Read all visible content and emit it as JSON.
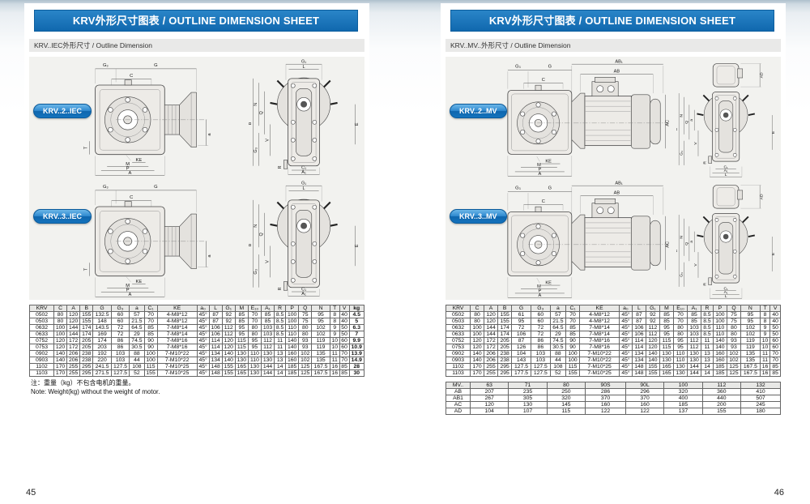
{
  "colors": {
    "banner_blue": "#1068ae",
    "pill_blue": "#1473bd",
    "table_header_bg": "#e8e8e6",
    "panel_bg": "#f2f2ef"
  },
  "left_page": {
    "banner": "KRV外形尺寸图表 / OUTLINE DIMENSION SHEET",
    "subtitle": "KRV..IEC外形尺寸 / Outline Dimension",
    "label_krv2": "KRV..2..IEC",
    "label_krv3": "KRV..3..IEC",
    "note_cn": "注：重量（kg）不包含电机的重量。",
    "note_en": "Note: Weight(kg) without the weight of motor.",
    "page_number": "45"
  },
  "right_page": {
    "banner": "KRV外形尺寸图表 / OUTLINE DIMENSION SHEET",
    "subtitle": "KRV..MV..外形尺寸 / Outline Dimension",
    "label_krv2": "KRV..2..MV",
    "label_krv3": "KRV..3..MV",
    "page_number": "46"
  },
  "dims": {
    "g3": "G₃",
    "g": "G",
    "c": "C",
    "a": "a",
    "t": "T",
    "ke": "KE",
    "m": "M",
    "p": "P",
    "A": "A",
    "g1": "G₁",
    "l": "L",
    "b": "B",
    "n": "N",
    "q": "Q",
    "v": "V",
    "e": "E",
    "r": "R",
    "c1": "C₁",
    "a1": "A₁",
    "ab1": "AB₁",
    "ab": "AB",
    "ac": "AC",
    "ad": "AD"
  },
  "left_table": {
    "headers": [
      "KRV",
      "C",
      "A",
      "B",
      "G",
      "G₃",
      "a",
      "C₁",
      "KE",
      "a₀",
      "L",
      "G₁",
      "M",
      "E₁₀",
      "A₁",
      "R",
      "P",
      "Q",
      "N",
      "T",
      "V",
      "kg"
    ],
    "rows": [
      [
        "0502",
        "80",
        "120",
        "155",
        "132.5",
        "60",
        "57",
        "70",
        "4-M8*12",
        "45°",
        "87",
        "92",
        "85",
        "70",
        "85",
        "8.5",
        "100",
        "75",
        "95",
        "8",
        "40",
        "4.5"
      ],
      [
        "0503",
        "80",
        "120",
        "155",
        "148",
        "60",
        "21.5",
        "70",
        "4-M8*12",
        "45°",
        "87",
        "92",
        "85",
        "70",
        "85",
        "8.5",
        "100",
        "75",
        "95",
        "8",
        "40",
        "5"
      ],
      [
        "0632",
        "100",
        "144",
        "174",
        "143.5",
        "72",
        "64.5",
        "85",
        "7-M8*14",
        "45°",
        "106",
        "112",
        "95",
        "80",
        "103",
        "8.5",
        "110",
        "80",
        "102",
        "9",
        "50",
        "6.3"
      ],
      [
        "0633",
        "100",
        "144",
        "174",
        "169",
        "72",
        "29",
        "85",
        "7-M8*14",
        "45°",
        "106",
        "112",
        "95",
        "80",
        "103",
        "8.5",
        "110",
        "80",
        "102",
        "9",
        "50",
        "7"
      ],
      [
        "0752",
        "120",
        "172",
        "205",
        "174",
        "86",
        "74.5",
        "90",
        "7-M8*16",
        "45°",
        "114",
        "120",
        "115",
        "95",
        "112",
        "11",
        "140",
        "93",
        "119",
        "10",
        "60",
        "9.9"
      ],
      [
        "0753",
        "120",
        "172",
        "205",
        "203",
        "86",
        "30.5",
        "90",
        "7-M8*16",
        "45°",
        "114",
        "120",
        "115",
        "95",
        "112",
        "11",
        "140",
        "93",
        "119",
        "10",
        "60",
        "10.9"
      ],
      [
        "0902",
        "140",
        "206",
        "238",
        "192",
        "103",
        "88",
        "100",
        "7-M10*22",
        "45°",
        "134",
        "140",
        "130",
        "110",
        "130",
        "13",
        "160",
        "102",
        "135",
        "11",
        "70",
        "13.9"
      ],
      [
        "0903",
        "140",
        "206",
        "238",
        "220",
        "103",
        "44",
        "100",
        "7-M10*22",
        "45°",
        "134",
        "140",
        "130",
        "110",
        "130",
        "13",
        "160",
        "102",
        "135",
        "11",
        "70",
        "14.9"
      ],
      [
        "1102",
        "170",
        "255",
        "295",
        "241.5",
        "127.5",
        "108",
        "115",
        "7-M10*25",
        "45°",
        "148",
        "155",
        "165",
        "130",
        "144",
        "14",
        "185",
        "125",
        "167.5",
        "16",
        "85",
        "28"
      ],
      [
        "1103",
        "170",
        "255",
        "295",
        "271.5",
        "127.5",
        "52",
        "155",
        "7-M10*25",
        "45°",
        "148",
        "155",
        "165",
        "130",
        "144",
        "14",
        "185",
        "125",
        "167.5",
        "16",
        "85",
        "30"
      ]
    ]
  },
  "right_table": {
    "headers": [
      "KRV",
      "C",
      "A",
      "B",
      "G",
      "G₃",
      "a",
      "C₁",
      "KE",
      "a₀",
      "L",
      "G₁",
      "M",
      "E₁₀",
      "A₁",
      "R",
      "P",
      "Q",
      "N",
      "T",
      "V"
    ],
    "rows": [
      [
        "0502",
        "80",
        "120",
        "155",
        "61",
        "60",
        "57",
        "70",
        "4-M8*12",
        "45°",
        "87",
        "92",
        "85",
        "70",
        "85",
        "8.5",
        "100",
        "75",
        "95",
        "8",
        "40"
      ],
      [
        "0503",
        "80",
        "120",
        "155",
        "95",
        "60",
        "21.5",
        "70",
        "4-M8*12",
        "45°",
        "87",
        "92",
        "85",
        "70",
        "85",
        "8.5",
        "100",
        "75",
        "95",
        "8",
        "40"
      ],
      [
        "0632",
        "100",
        "144",
        "174",
        "72",
        "72",
        "64.5",
        "85",
        "7-M8*14",
        "45°",
        "106",
        "112",
        "95",
        "80",
        "103",
        "8.5",
        "110",
        "80",
        "102",
        "9",
        "50"
      ],
      [
        "0633",
        "100",
        "144",
        "174",
        "106",
        "72",
        "29",
        "85",
        "7-M8*14",
        "45°",
        "106",
        "112",
        "95",
        "80",
        "103",
        "8.5",
        "110",
        "80",
        "102",
        "9",
        "50"
      ],
      [
        "0752",
        "120",
        "172",
        "205",
        "87",
        "86",
        "74.5",
        "90",
        "7-M8*16",
        "45°",
        "114",
        "120",
        "115",
        "95",
        "112",
        "11",
        "140",
        "93",
        "119",
        "10",
        "60"
      ],
      [
        "0753",
        "120",
        "172",
        "205",
        "126",
        "86",
        "30.5",
        "90",
        "7-M8*16",
        "45°",
        "114",
        "120",
        "115",
        "95",
        "112",
        "11",
        "140",
        "93",
        "119",
        "10",
        "60"
      ],
      [
        "0902",
        "140",
        "206",
        "238",
        "104",
        "103",
        "88",
        "100",
        "7-M10*22",
        "45°",
        "134",
        "140",
        "130",
        "110",
        "130",
        "13",
        "160",
        "102",
        "135",
        "11",
        "70"
      ],
      [
        "0903",
        "140",
        "206",
        "238",
        "143",
        "103",
        "44",
        "100",
        "7-M10*22",
        "45°",
        "134",
        "140",
        "130",
        "110",
        "130",
        "13",
        "160",
        "102",
        "135",
        "11",
        "70"
      ],
      [
        "1102",
        "170",
        "255",
        "295",
        "127.5",
        "127.5",
        "108",
        "115",
        "7-M10*25",
        "45°",
        "148",
        "155",
        "165",
        "130",
        "144",
        "14",
        "185",
        "125",
        "167.5",
        "16",
        "85"
      ],
      [
        "1103",
        "170",
        "255",
        "295",
        "177.5",
        "127.5",
        "52",
        "155",
        "7-M10*25",
        "45°",
        "148",
        "155",
        "165",
        "130",
        "144",
        "14",
        "185",
        "125",
        "167.5",
        "16",
        "85"
      ]
    ]
  },
  "mv_table": {
    "headers": [
      "MV..",
      "63",
      "71",
      "80",
      "90S",
      "90L",
      "100",
      "112",
      "132"
    ],
    "rows": [
      [
        "AB",
        "207",
        "235",
        "250",
        "286",
        "296",
        "320",
        "360",
        "410"
      ],
      [
        "AB1",
        "267",
        "305",
        "320",
        "370",
        "370",
        "400",
        "440",
        "507"
      ],
      [
        "AC",
        "120",
        "130",
        "145",
        "160",
        "160",
        "185",
        "200",
        "245"
      ],
      [
        "AD",
        "104",
        "107",
        "115",
        "122",
        "122",
        "137",
        "155",
        "180"
      ]
    ]
  }
}
